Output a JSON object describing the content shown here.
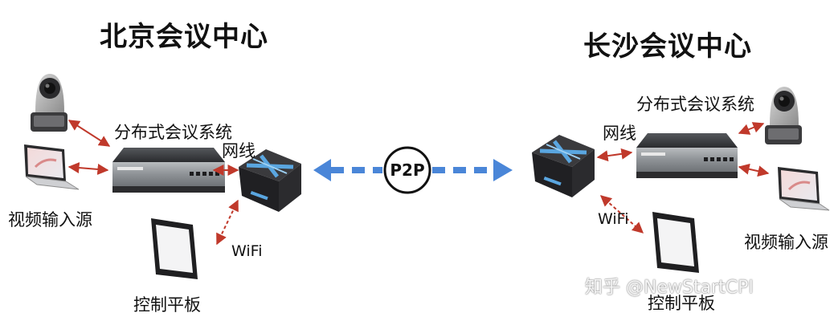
{
  "beijing": {
    "title": "北京会议中心",
    "system_label": "分布式会议系统",
    "network_label": "网线",
    "video_source_label": "视频输入源",
    "wifi_label": "WiFi",
    "tablet_label": "控制平板"
  },
  "changsha": {
    "title": "长沙会议中心",
    "system_label": "分布式会议系统",
    "network_label": "网线",
    "video_source_label": "视频输入源",
    "wifi_label": "WiFi",
    "tablet_label": "控制平板"
  },
  "link": {
    "label": "P2P"
  },
  "watermark": "知乎 @NewStartCPI",
  "colors": {
    "link_arrow": "#4a86d8",
    "local_arrow": "#c0392b",
    "device_body": "#2d2d30",
    "router_accent": "#5aa6e0"
  }
}
